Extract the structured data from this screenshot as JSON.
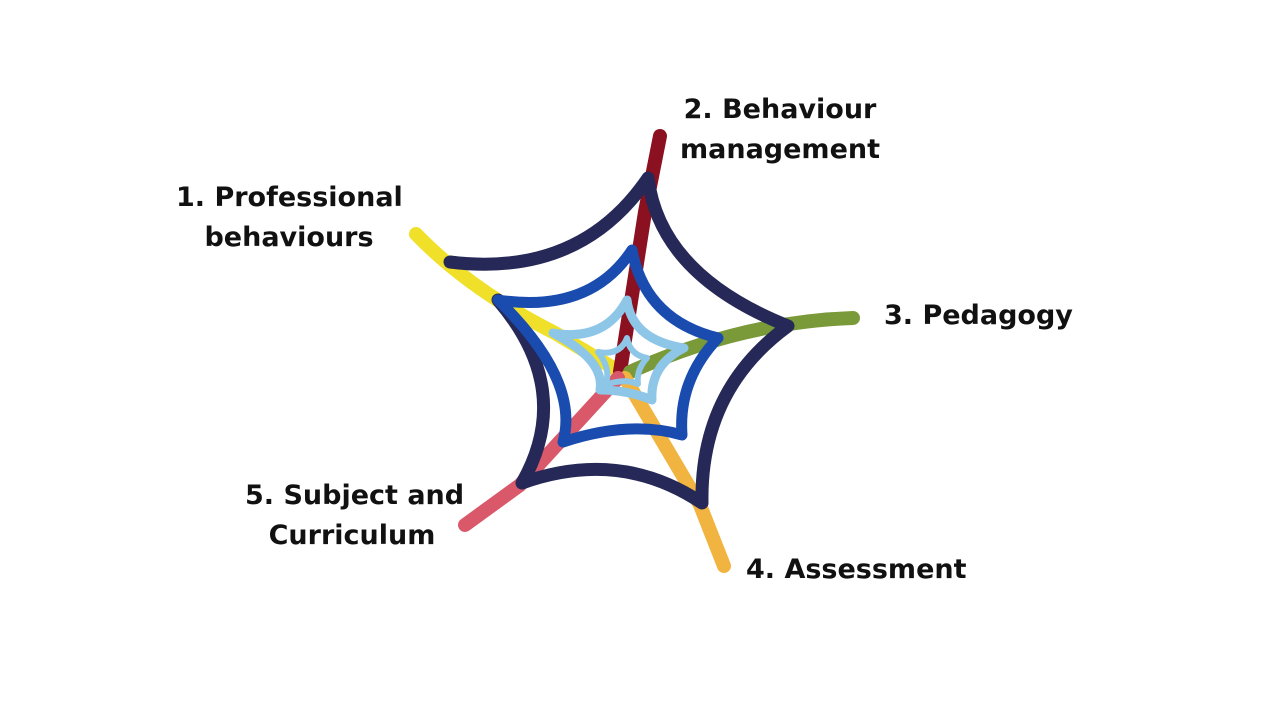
{
  "labels": {
    "professional": {
      "line1": "1. Professional",
      "line2": "behaviours"
    },
    "behaviour": {
      "line1": "2. Behaviour",
      "line2": "management"
    },
    "pedagogy": {
      "line1": "3. Pedagogy"
    },
    "assessment": {
      "line1": "4. Assessment"
    },
    "subject": {
      "line1": "5. Subject and",
      "line2": "Curriculum"
    }
  },
  "colors": {
    "spoke_professional": "#f0e02a",
    "spoke_behaviour": "#8b1020",
    "spoke_pedagogy": "#7a9a3a",
    "spoke_assessment": "#f2b440",
    "spoke_subject": "#d9596a",
    "ring_outer": "#262857",
    "ring_middle": "#1a4cb0",
    "ring_inner": "#8ec6e8",
    "ring_core": "#8ec6e8"
  }
}
